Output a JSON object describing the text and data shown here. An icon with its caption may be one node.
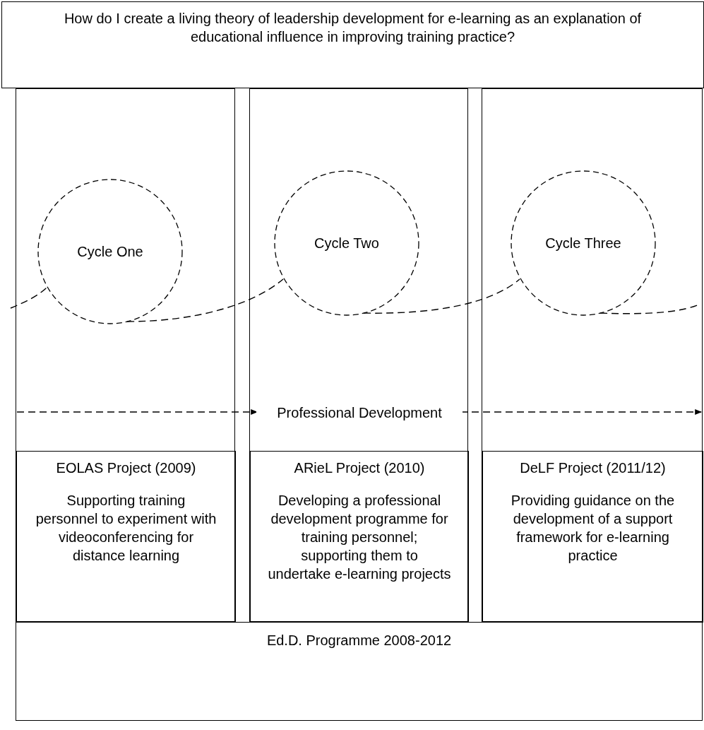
{
  "diagram": {
    "nodes": [
      {
        "text": [
          "How do I create a living theory of leadership development for e-learning as an explanation of educational influence in improving training practice?"
        ]
      },
      {
        "text": [],
        "shape": "box"
      },
      {
        "text": [],
        "shape": "box"
      },
      {
        "text": [],
        "shape": "box"
      },
      {
        "text": [
          "Cycle One"
        ],
        "in": 1
      },
      {
        "text": [
          "Cycle Two"
        ],
        "in": 2
      },
      {
        "text": [
          "Cycle Three"
        ],
        "in": 3
      },
      {
        "text": [
          "Professional Development"
        ],
        "in": 2
      },
      {
        "text": [
          "EOLAS Project (2009)",
          "Supporting training personnel to experiment with videoconferencing for distance learning"
        ],
        "in": 1
      },
      {
        "text": [
          "ARieL Project (2010)",
          "Developing a professional development programme for training personnel; supporting them to undertake e-learning projects"
        ],
        "in": 2
      },
      {
        "text": [
          "DeLF Project (2011/12)",
          "Providing guidance on the development of a support framework for e-learning practice"
        ],
        "in": 3
      },
      {
        "text": [
          "Ed.D. Programme 2008-2012"
        ]
      }
    ],
    "edges": [
      {
        "from": null,
        "to": 4,
        "arrow": "none",
        "style": "dashed"
      },
      {
        "from": 4,
        "to": 5,
        "arrow": "none",
        "style": "dashed"
      },
      {
        "from": 5,
        "to": 6,
        "arrow": "none",
        "style": "dashed"
      },
      {
        "from": 6,
        "to": null,
        "arrow": "none",
        "style": "dashed"
      },
      {
        "from": 1,
        "to": 7,
        "arrow": "to",
        "style": "dashed"
      },
      {
        "from": 7,
        "to": 3,
        "arrow": "to",
        "style": "dashed"
      }
    ]
  }
}
